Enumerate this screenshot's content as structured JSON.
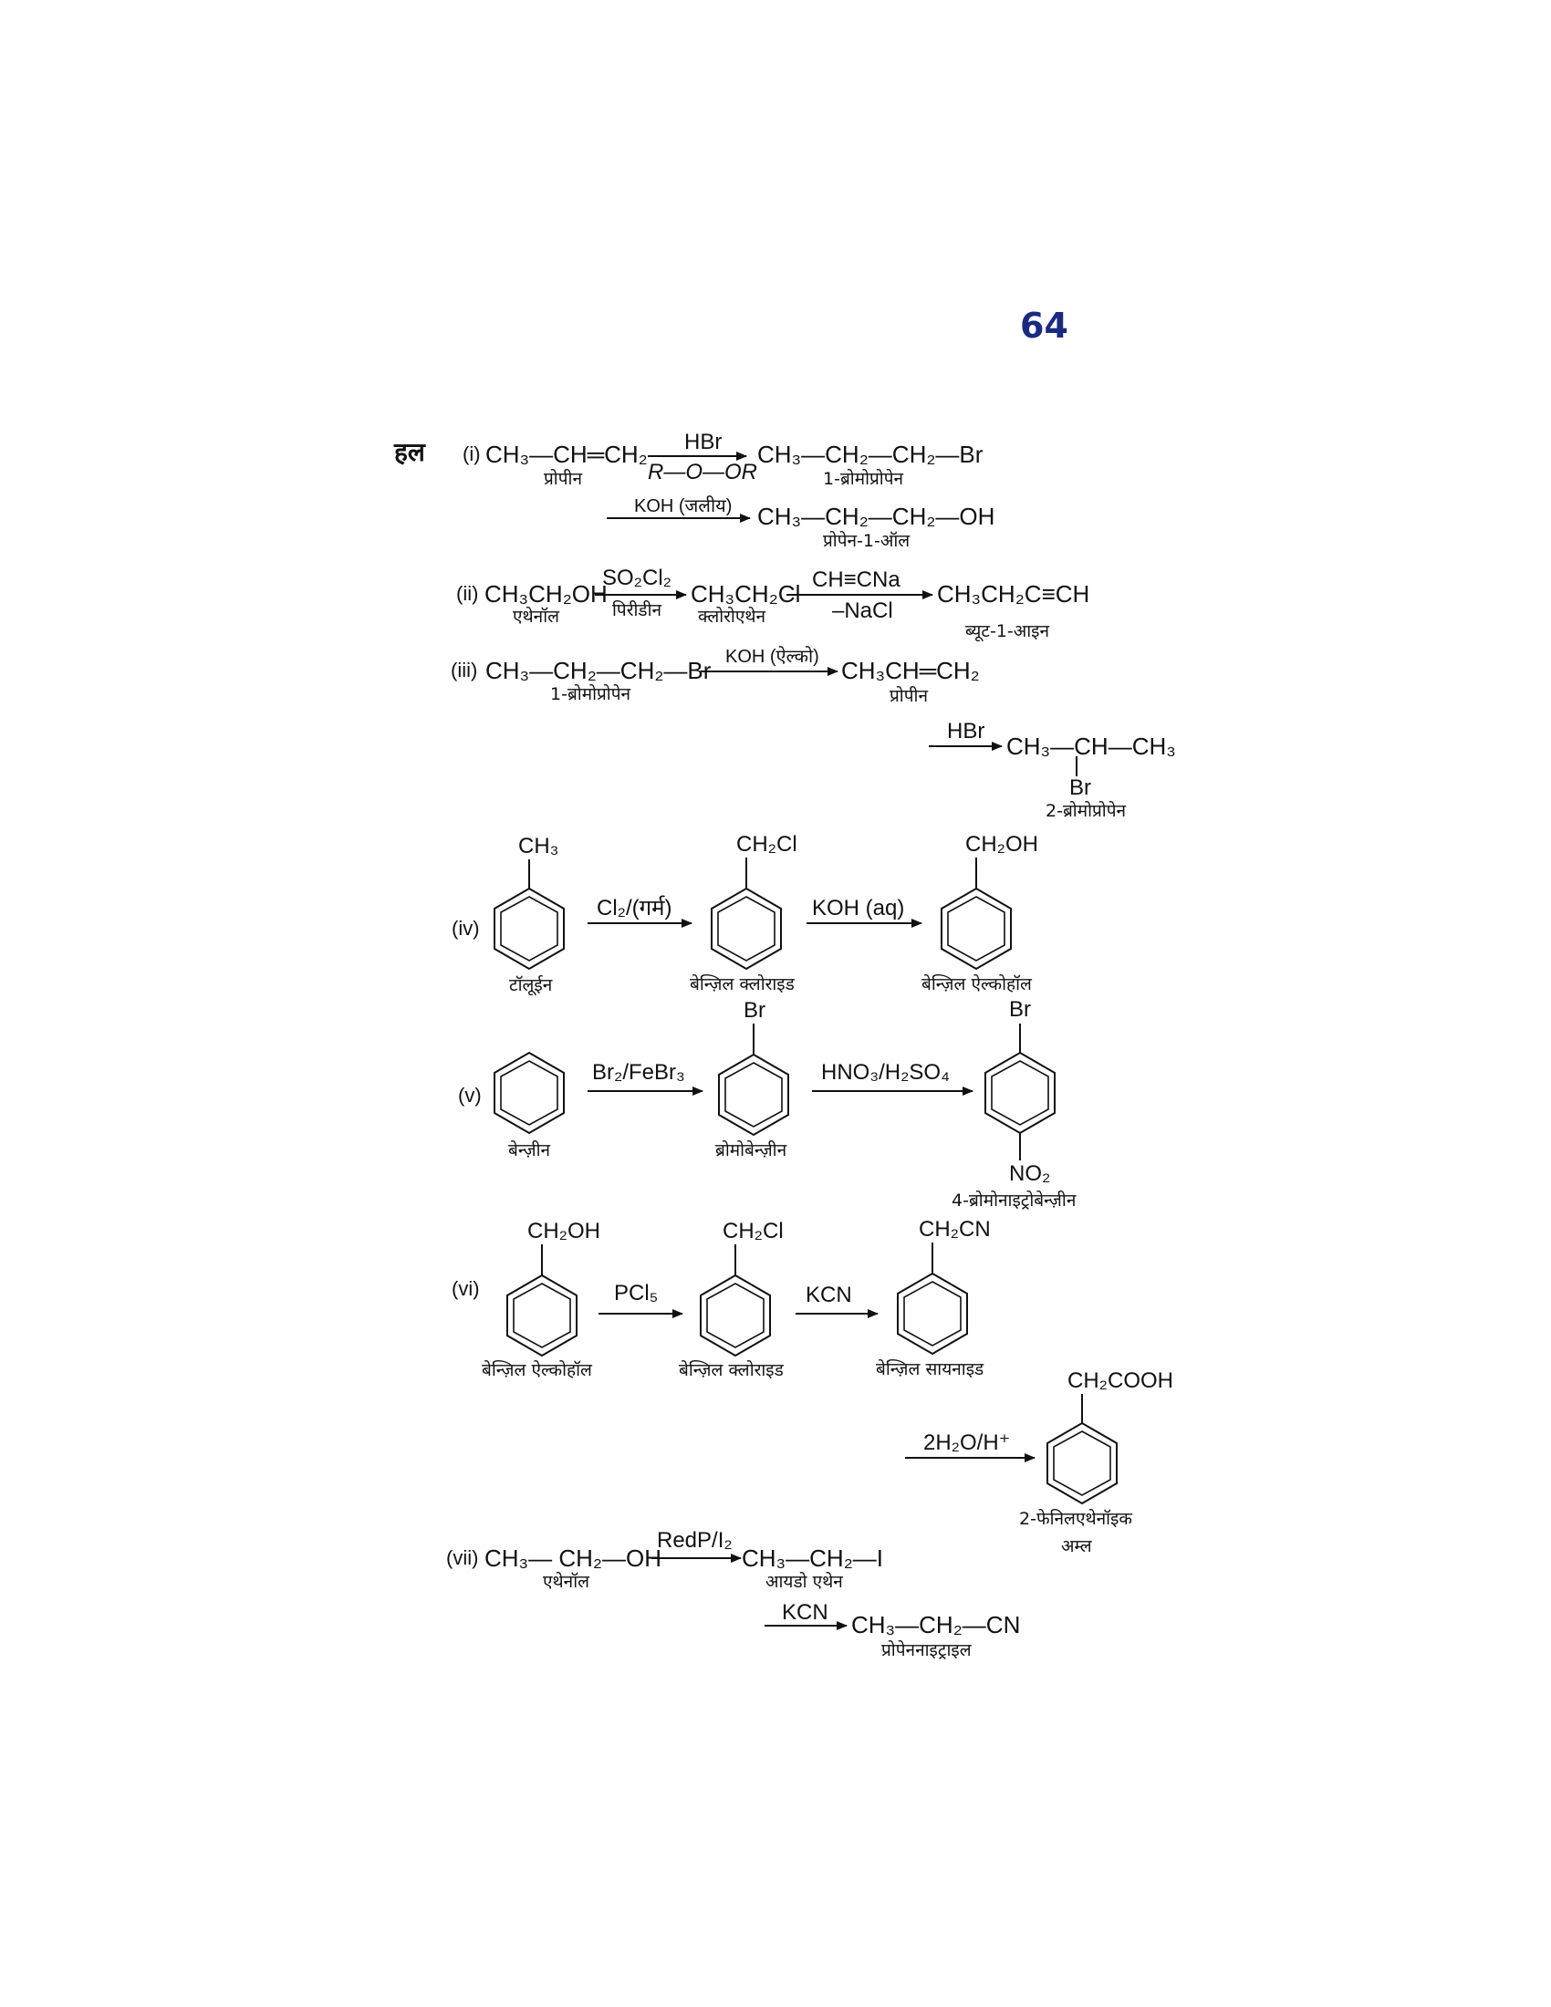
{
  "page_number": "64",
  "heading": "हल",
  "i": {
    "roman": "(i)",
    "reactant": "CH₃—CH═CH₂",
    "reactant_name": "प्रोपीन",
    "reagent_top": "HBr",
    "reagent_bottom": "R—O—OR",
    "product": "CH₃—CH₂—CH₂—Br",
    "product_name": "1-ब्रोमोप्रोपेन",
    "reagent2": "KOH (जलीय)",
    "product2": "CH₃—CH₂—CH₂—OH",
    "product2_name": "प्रोपेन-1-ऑल"
  },
  "ii": {
    "roman": "(ii)",
    "reactant": "CH₃CH₂OH",
    "reactant_name": "एथेनॉल",
    "reagent_top": "SO₂Cl₂",
    "reagent_bottom": "पिरीडीन",
    "intermediate": "CH₃CH₂Cl",
    "intermediate_name": "क्लोरोएथेन",
    "reagent2_top": "CH≡CNa",
    "reagent2_bottom": "–NaCl",
    "product": "CH₃CH₂C≡CH",
    "product_name": "ब्यूट-1-आइन"
  },
  "iii": {
    "roman": "(iii)",
    "reactant": "CH₃—CH₂—CH₂—Br",
    "reactant_name": "1-ब्रोमोप्रोपेन",
    "reagent": "KOH (ऐल्को)",
    "intermediate": "CH₃CH═CH₂",
    "intermediate_name": "प्रोपीन",
    "reagent2": "HBr",
    "product_main": "CH₃—CH—CH₃",
    "product_sub": "Br",
    "product_name": "2-ब्रोमोप्रोपेन"
  },
  "iv": {
    "roman": "(iv)",
    "r1_sub": "CH₃",
    "r1_name": "टॉलूईन",
    "reagent1": "Cl₂/(गर्म)",
    "r2_sub": "CH₂Cl",
    "r2_name": "बेन्ज़िल क्लोराइड",
    "reagent2": "KOH (aq)",
    "r3_sub": "CH₂OH",
    "r3_name": "बेन्ज़िल ऐल्कोहॉल"
  },
  "v": {
    "roman": "(v)",
    "r1_name": "बेन्ज़ीन",
    "reagent1": "Br₂/FeBr₃",
    "r2_sub": "Br",
    "r2_name": "ब्रोमोबेन्ज़ीन",
    "reagent2": "HNO₃/H₂SO₄",
    "r3_sub_top": "Br",
    "r3_sub_bottom": "NO₂",
    "r3_name": "4-ब्रोमोनाइट्रोबेन्ज़ीन"
  },
  "vi": {
    "roman": "(vi)",
    "r1_sub": "CH₂OH",
    "r1_name": "बेन्ज़िल ऐल्कोहॉल",
    "reagent1": "PCl₅",
    "r2_sub": "CH₂Cl",
    "r2_name": "बेन्ज़िल क्लोराइड",
    "reagent2": "KCN",
    "r3_sub": "CH₂CN",
    "r3_name": "बेन्ज़िल सायनाइड",
    "reagent3": "2H₂O/H⁺",
    "r4_sub": "CH₂COOH",
    "r4_name_line1": "2-फेनिलएथेनॉइक",
    "r4_name_line2": "अम्ल"
  },
  "vii": {
    "roman": "(vii)",
    "reactant": "CH₃— CH₂—OH",
    "reactant_name": "एथेनॉल",
    "reagent": "RedP/I₂",
    "intermediate": "CH₃—CH₂—I",
    "intermediate_name": "आयडो एथेन",
    "reagent2": "KCN",
    "product": "CH₃—CH₂—CN",
    "product_name": "प्रोपेननाइट्राइल"
  }
}
